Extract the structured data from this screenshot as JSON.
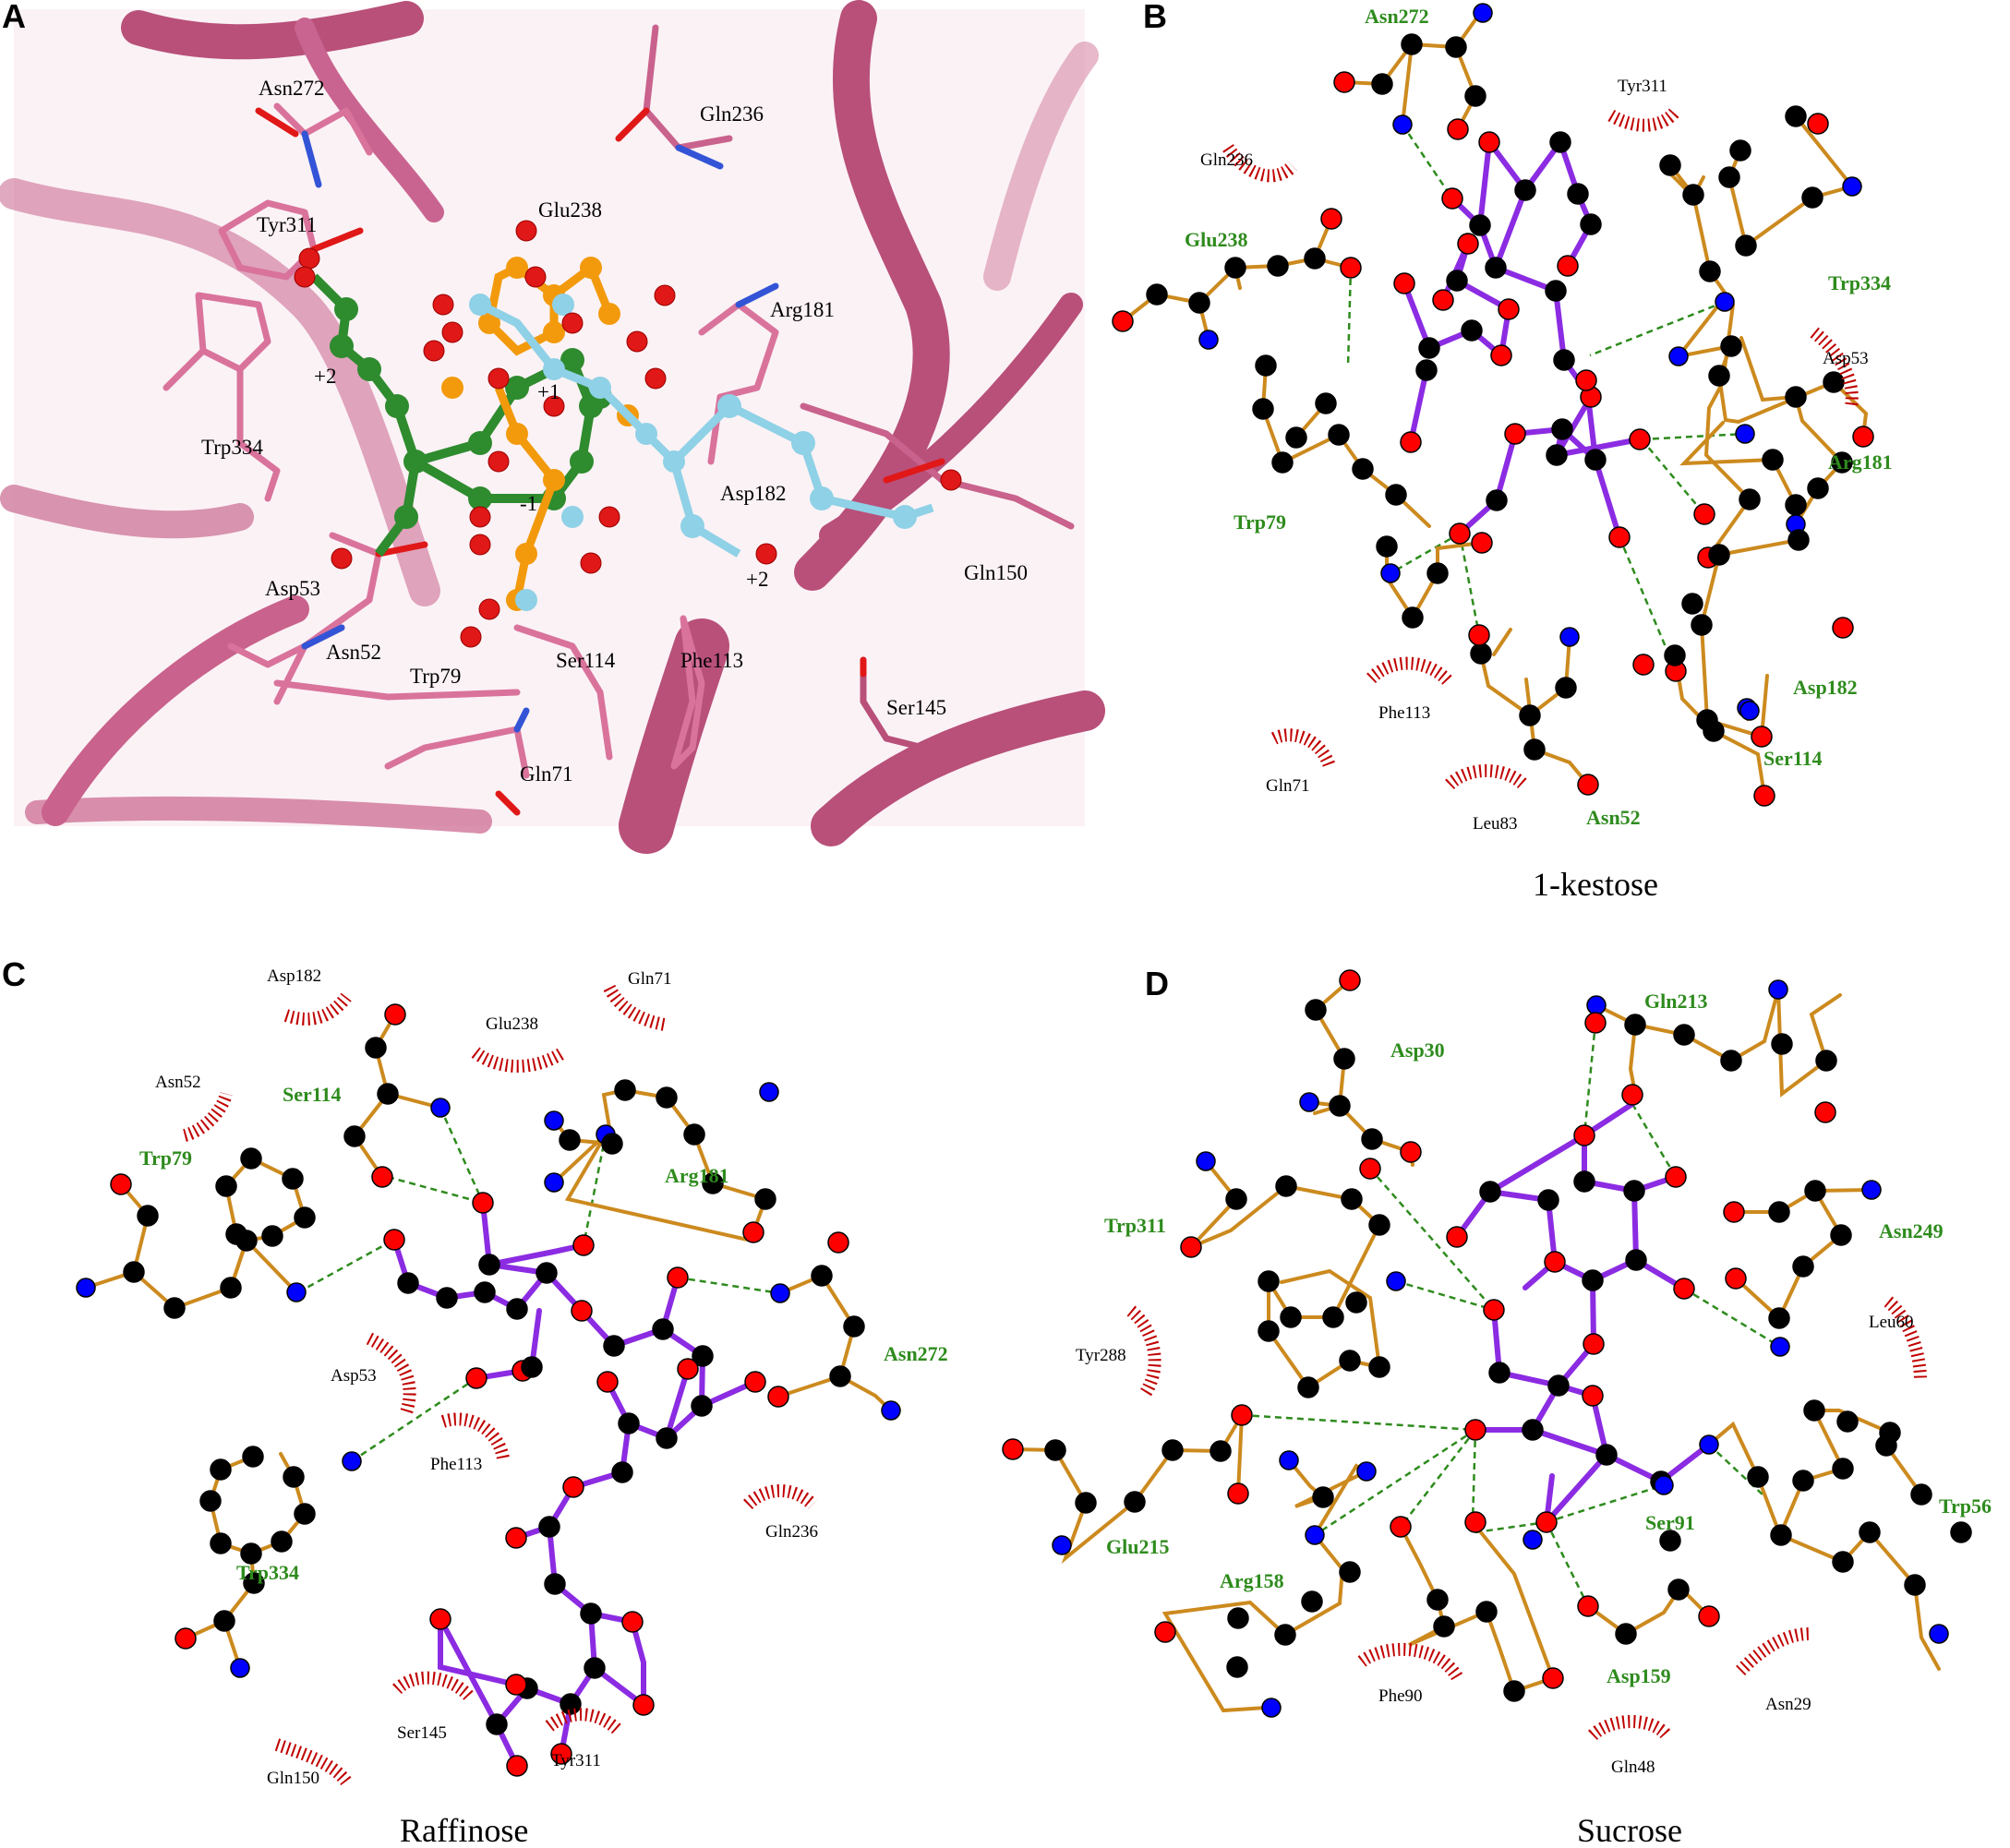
{
  "panels": {
    "A": {
      "letter": "A",
      "residues": [
        "Asn272",
        "Gln236",
        "Glu238",
        "Tyr311",
        "Arg181",
        "Trp334",
        "Asp182",
        "Gln150",
        "Asp53",
        "Asn52",
        "Trp79",
        "Ser114",
        "Phe113",
        "Ser145",
        "Gln71"
      ],
      "site_labels": [
        "+2",
        "+1",
        "-1",
        "+2"
      ]
    },
    "B": {
      "letter": "B",
      "caption": "1-kestose",
      "hbond_residues": [
        "Asn272",
        "Glu238",
        "Trp334",
        "Arg181",
        "Trp79",
        "Asp182",
        "Ser114",
        "Asn52"
      ],
      "hydrophobic_residues": [
        "Tyr311",
        "Gln236",
        "Asp53",
        "Phe113",
        "Gln71",
        "Leu83"
      ]
    },
    "C": {
      "letter": "C",
      "caption": "Raffinose",
      "hbond_residues": [
        "Ser114",
        "Trp79",
        "Arg181",
        "Asn272",
        "Trp334"
      ],
      "hydrophobic_residues": [
        "Asp182",
        "Gln71",
        "Glu238",
        "Asn52",
        "Asp53",
        "Phe113",
        "Gln236",
        "Ser145",
        "Tyr311",
        "Gln150"
      ]
    },
    "D": {
      "letter": "D",
      "caption": "Sucrose",
      "hbond_residues": [
        "Gln213",
        "Asp30",
        "Trp311",
        "Asn249",
        "Glu215",
        "Arg158",
        "Ser91",
        "Trp56",
        "Asp159"
      ],
      "hydrophobic_residues": [
        "Tyr288",
        "Leu60",
        "Phe90",
        "Asn29",
        "Gln48"
      ]
    }
  },
  "colors": {
    "carbon": "#000000",
    "oxygen": "#ff0000",
    "nitrogen": "#0000ff",
    "ligand_bond": "#8b2be2",
    "residue_bond": "#cc8a1e",
    "hbond": "#2e8b1d",
    "hydrophobic_arc": "#c00000",
    "ribbon": "#c9628c",
    "ligand_green": "#2e8b2e",
    "ligand_orange": "#f29a0c",
    "ligand_cyan": "#8fd1e6"
  }
}
